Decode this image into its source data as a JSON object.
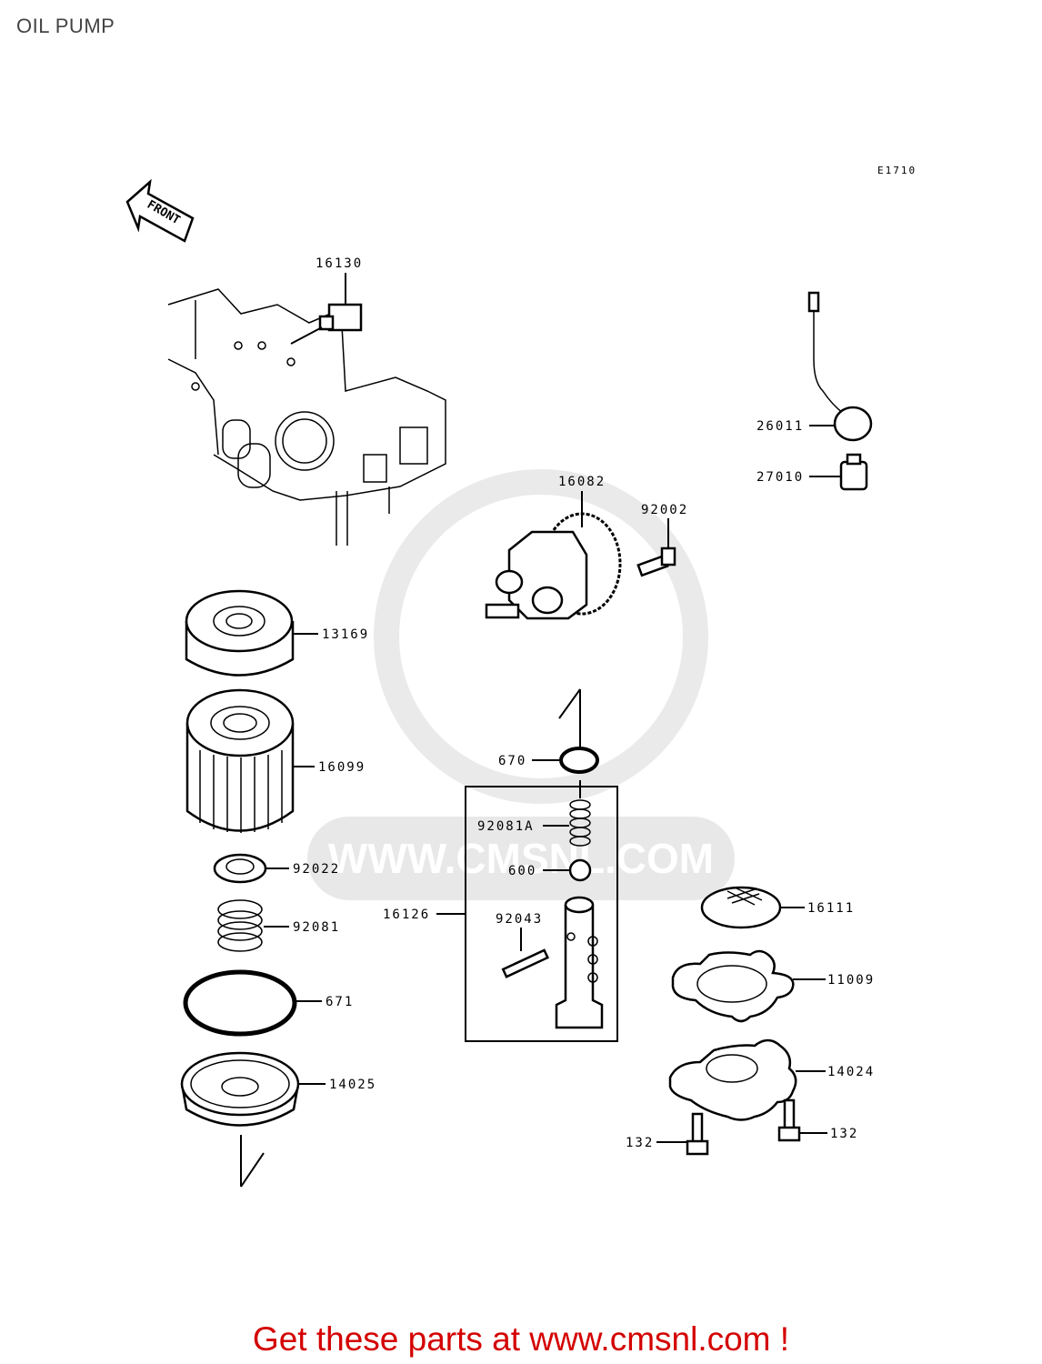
{
  "title": "OIL PUMP",
  "diagram_code": "E1710",
  "front_label": "FRONT",
  "watermark": "WWW.CMSNL.COM",
  "footer": "Get these parts at www.cmsnl.com !",
  "parts": {
    "p16130": "16130",
    "p26011": "26011",
    "p27010": "27010",
    "p16082": "16082",
    "p92002": "92002",
    "p13169": "13169",
    "p16099": "16099",
    "p670": "670",
    "p92081A": "92081A",
    "p600": "600",
    "p92022": "92022",
    "p16126": "16126",
    "p92043": "92043",
    "p16111": "16111",
    "p92081": "92081",
    "p671": "671",
    "p11009": "11009",
    "p14025": "14025",
    "p14024": "14024",
    "p132a": "132",
    "p132b": "132"
  }
}
